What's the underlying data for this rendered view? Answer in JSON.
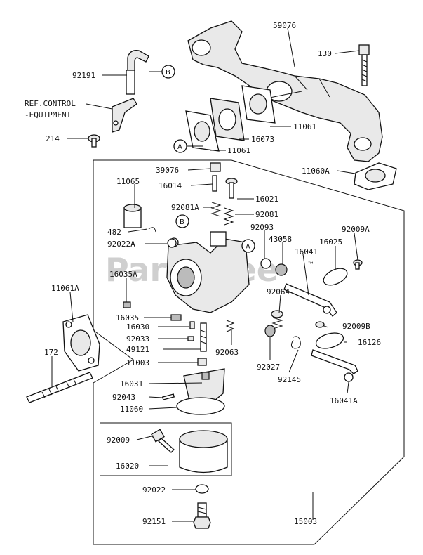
{
  "watermark": "PartsTree",
  "watermark_tm": "™",
  "callout_a": "A",
  "callout_b": "B",
  "labels": {
    "p59076": "59076",
    "p130": "130",
    "p92191": "92191",
    "ref_line1": "REF.CONTROL",
    "ref_line2": "-EQUIPMENT",
    "p214": "214",
    "p11061_top": "11061",
    "p16073": "16073",
    "p11061_bottom": "11061",
    "p11060A": "11060A",
    "p39076": "39076",
    "p11065": "11065",
    "p16014": "16014",
    "p16021": "16021",
    "p92081A": "92081A",
    "p92081": "92081",
    "p482": "482",
    "p92093": "92093",
    "p92022A": "92022A",
    "p43058": "43058",
    "p16025": "16025",
    "p92009A": "92009A",
    "p16041": "16041",
    "p16035A": "16035A",
    "p11061A": "11061A",
    "p92064": "92064",
    "p16035": "16035",
    "p92009B": "92009B",
    "p16030": "16030",
    "p92033": "92033",
    "p16126": "16126",
    "p49121": "49121",
    "p92063": "92063",
    "p172": "172",
    "p11003": "11003",
    "p92027": "92027",
    "p92145": "92145",
    "p16031": "16031",
    "p16041A": "16041A",
    "p92043": "92043",
    "p11060": "11060",
    "p92009": "92009",
    "p16020": "16020",
    "p92022": "92022",
    "p92151": "92151",
    "p15003": "15003"
  }
}
